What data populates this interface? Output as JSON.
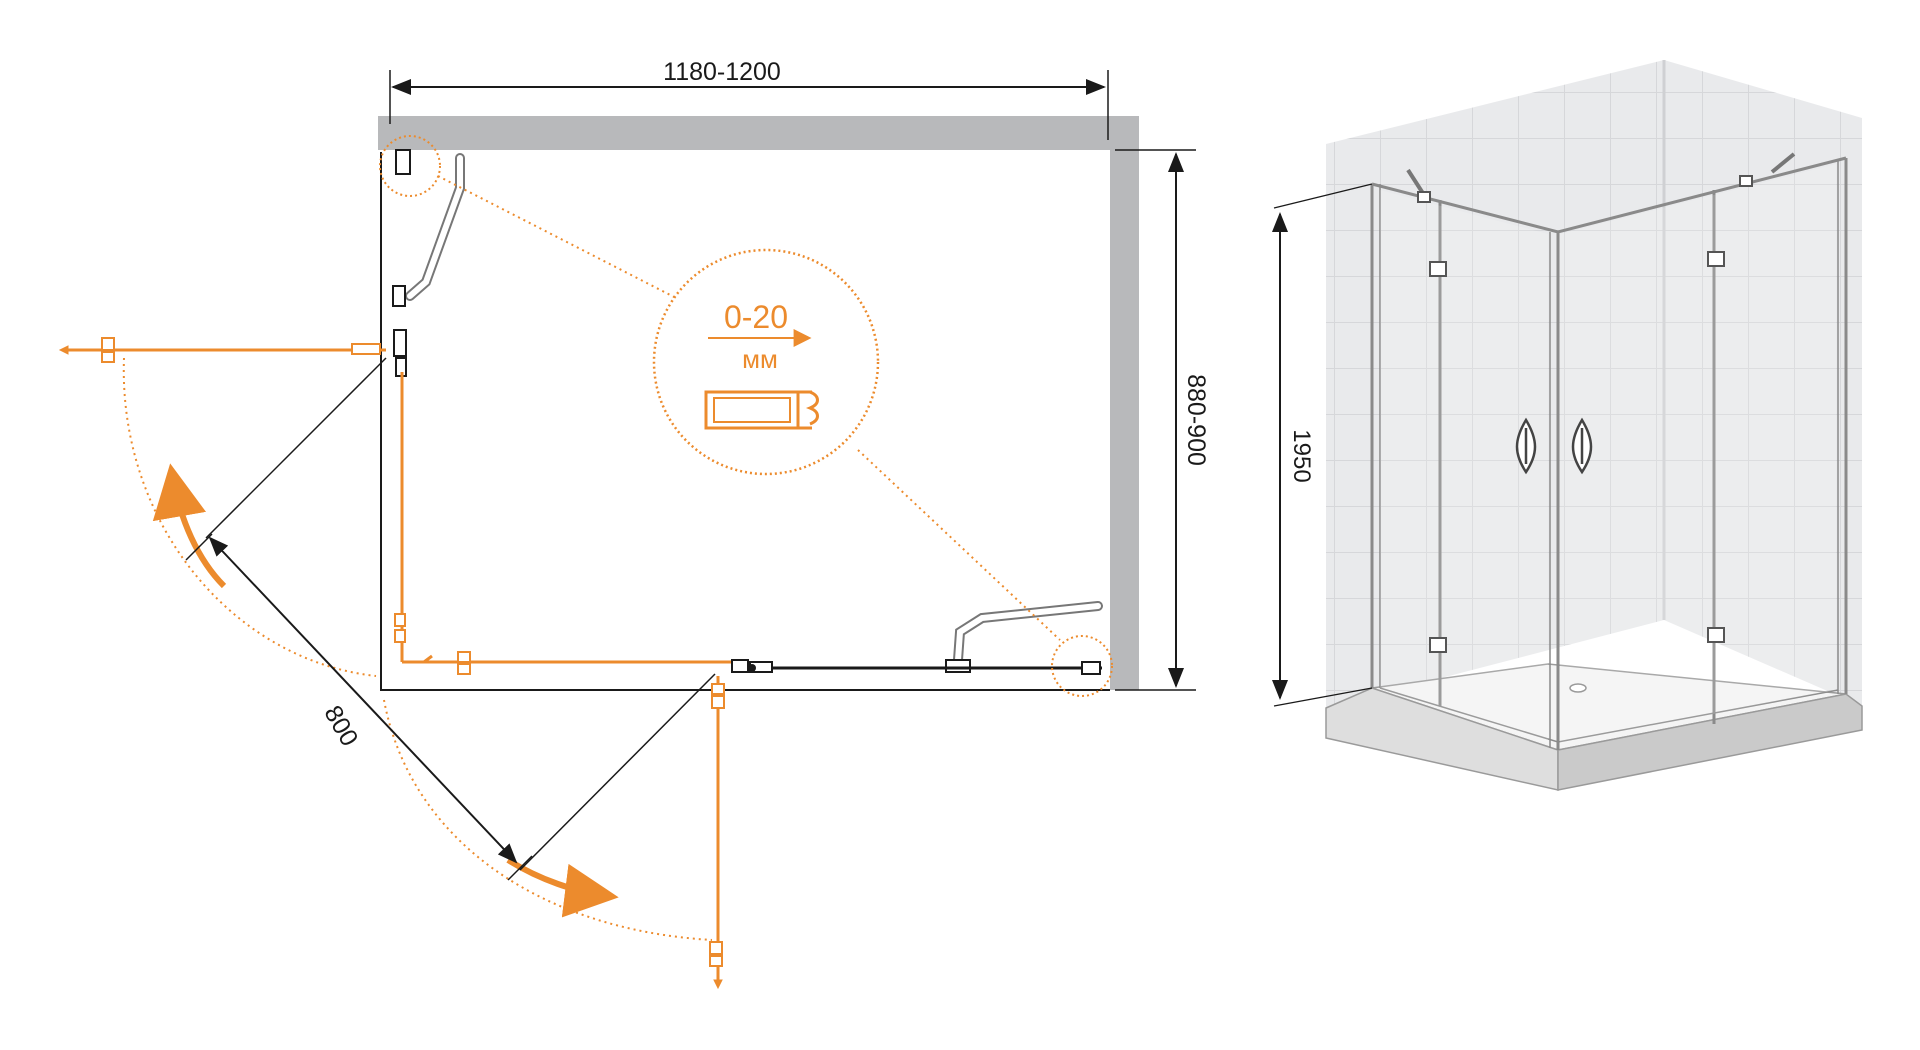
{
  "plan": {
    "width_label": "1180-1200",
    "depth_label": "880-900",
    "door_label": "800",
    "adjust_range": "0-20",
    "adjust_unit": "мм"
  },
  "view3d": {
    "height_label": "1950"
  },
  "colors": {
    "wall": "#b8b9bb",
    "door": "#ec8b2d",
    "line": "#1a1a1a",
    "tile": "#e4e5e7",
    "tray": "#ececec"
  }
}
